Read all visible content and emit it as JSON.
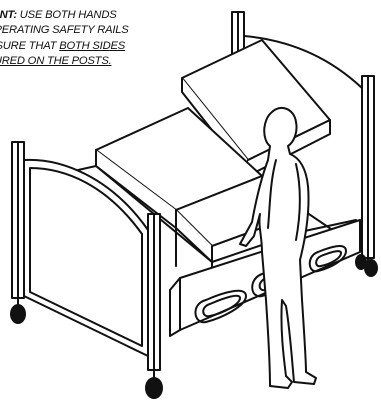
{
  "notice": {
    "line1_lead": "TANT:",
    "line1_rest": " USE BOTH HANDS",
    "line2": "OPERATING SAFETY RAILS",
    "line3_plain": "T SURE THAT ",
    "line3_underlined": "BOTH SIDES",
    "line4": "CURED ON THE POSTS."
  },
  "colors": {
    "ink": "#111111",
    "paper": "#ffffff"
  }
}
